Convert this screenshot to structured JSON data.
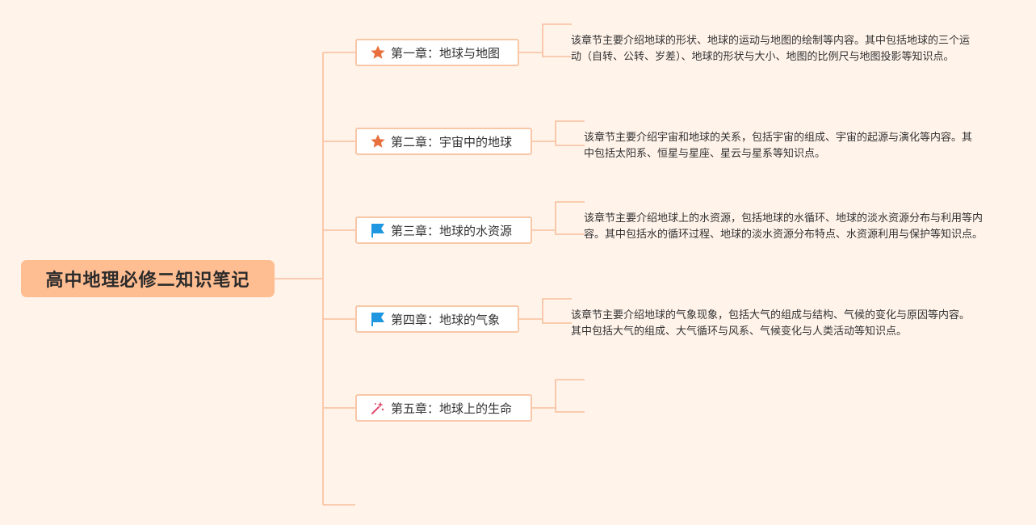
{
  "root": {
    "title": "高中地理必修二知识笔记"
  },
  "colors": {
    "background": "#fff3ea",
    "root_fill": "#ffbd92",
    "connector": "#f8bf9d",
    "node_border": "#f8c7a7",
    "star_icon": "#e8703c",
    "flag_icon": "#1e96e0"
  },
  "chapters": [
    {
      "label": "第一章：地球与地图",
      "icon": "star-icon",
      "description": "该章节主要介绍地球的形状、地球的运动与地图的绘制等内容。其中包括地球的三个运动（自转、公转、岁差）、地球的形状与大小、地图的比例尺与地图投影等知识点。"
    },
    {
      "label": "第二章：宇宙中的地球",
      "icon": "star-icon",
      "description": "该章节主要介绍宇宙和地球的关系，包括宇宙的组成、宇宙的起源与演化等内容。其中包括太阳系、恒星与星座、星云与星系等知识点。"
    },
    {
      "label": "第三章：地球的水资源",
      "icon": "flag-icon",
      "description": "该章节主要介绍地球上的水资源，包括地球的水循环、地球的淡水资源分布与利用等内容。其中包括水的循环过程、地球的淡水资源分布特点、水资源利用与保护等知识点。"
    },
    {
      "label": "第四章：地球的气象",
      "icon": "flag-icon",
      "description": "该章节主要介绍地球的气象现象，包括大气的组成与结构、气候的变化与原因等内容。其中包括大气的组成、大气循环与风系、气候变化与人类活动等知识点。"
    },
    {
      "label": "第五章：地球上的生命",
      "icon": "sparkle-icon",
      "description": ""
    }
  ]
}
